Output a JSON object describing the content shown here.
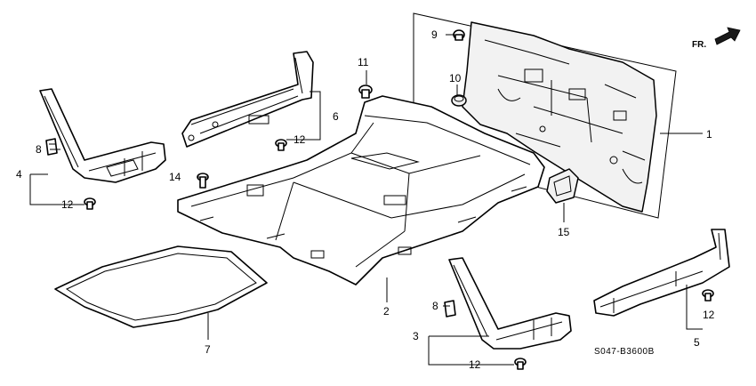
{
  "direction_label": "FR.",
  "diagram_code": "S047-B3600B",
  "callouts": {
    "p1": "1",
    "p2": "2",
    "p3": "3",
    "p4": "4",
    "p5": "5",
    "p6": "6",
    "p7": "7",
    "p8a": "8",
    "p8b": "8",
    "p9": "9",
    "p10": "10",
    "p11": "11",
    "p12a": "12",
    "p12b": "12",
    "p12c": "12",
    "p12d": "12",
    "p14": "14",
    "p15": "15"
  },
  "colors": {
    "line": "#000000",
    "background": "#ffffff"
  }
}
